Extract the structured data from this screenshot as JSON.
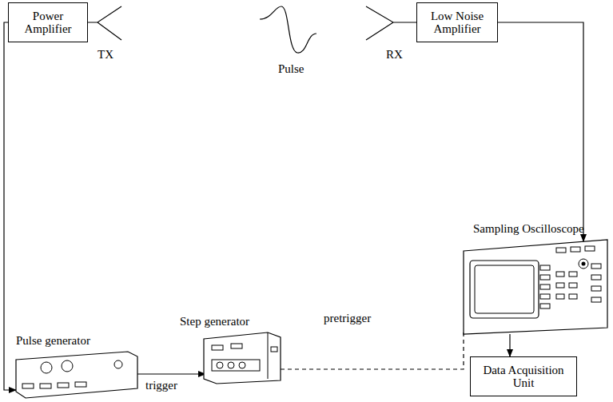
{
  "diagram": {
    "nodes": [
      {
        "text": [
          "Power Amplifier"
        ]
      },
      {
        "text": [
          "Low Noise Amplifier"
        ]
      },
      {
        "text": [
          "Sampling Oscilloscope"
        ]
      },
      {
        "text": [
          "Step generator"
        ]
      },
      {
        "text": [
          "Pulse generator"
        ]
      },
      {
        "text": [
          "Data Acquisition Unit"
        ]
      }
    ],
    "edges": [
      {
        "from": 0,
        "to": 4,
        "arrow": "to"
      },
      {
        "from": 4,
        "to": 3,
        "label": "trigger",
        "arrow": "to"
      },
      {
        "from": 3,
        "to": 2,
        "label": "pretrigger",
        "arrow": "none"
      },
      {
        "from": 1,
        "to": 2,
        "arrow": "to"
      },
      {
        "from": 2,
        "to": 5,
        "arrow": "to"
      }
    ],
    "labels": [
      "TX",
      "Pulse",
      "RX"
    ]
  }
}
